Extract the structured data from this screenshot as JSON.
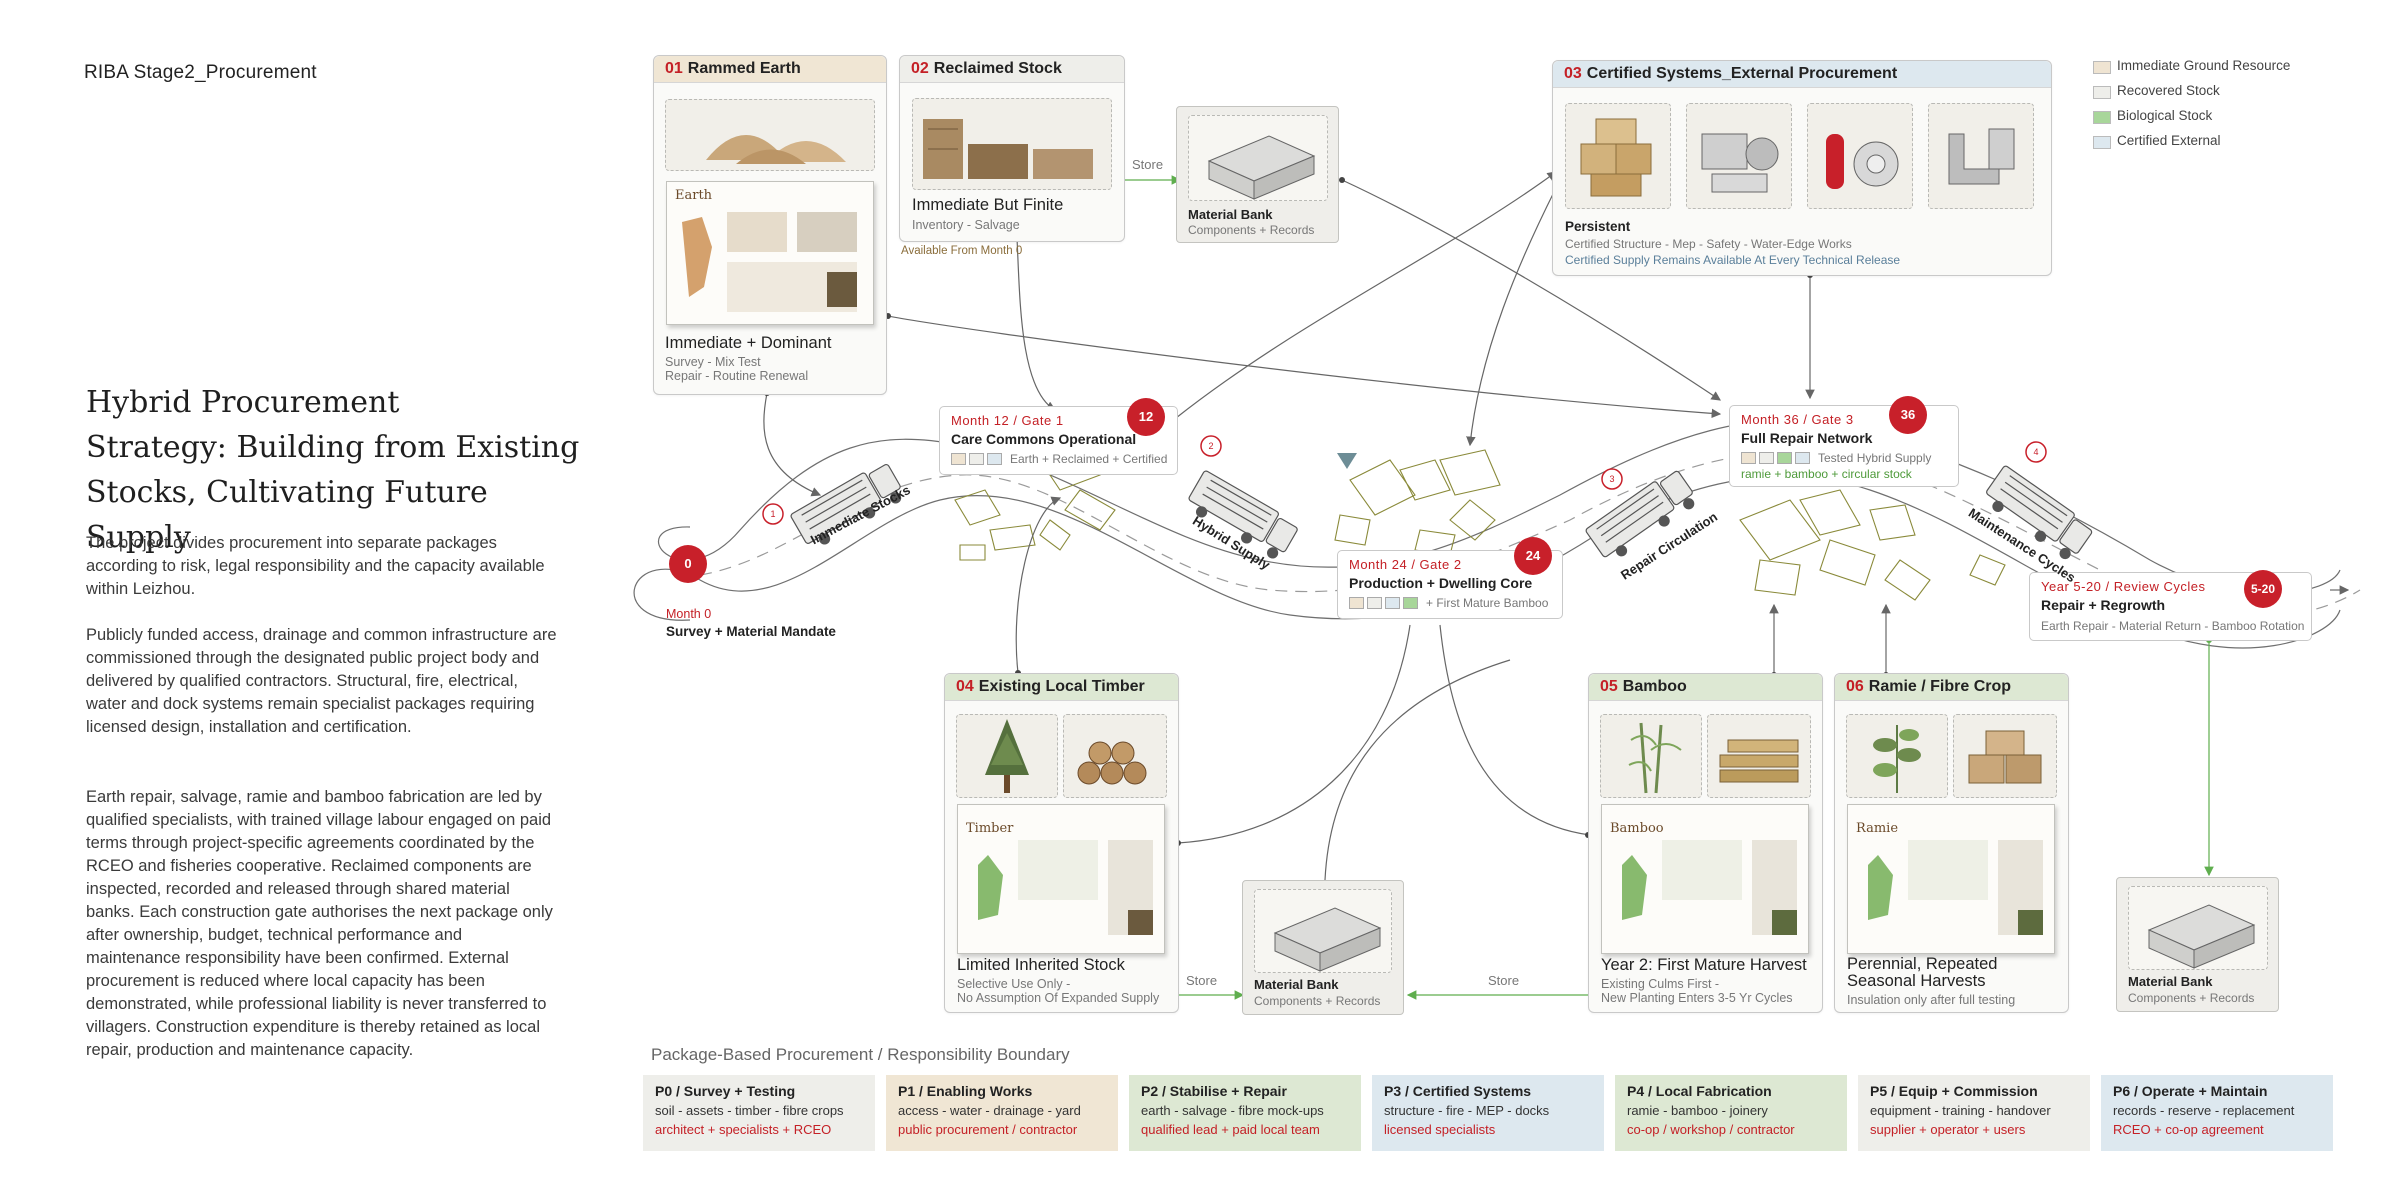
{
  "document_title": "RIBA Stage2_Procurement",
  "heading": {
    "lines": [
      "Hybrid Procurement",
      "Strategy: Building from Existing",
      "Stocks, Cultivating Future Supply"
    ]
  },
  "body": {
    "paragraphs": [
      "The project divides procurement into separate packages according to risk, legal responsibility and the capacity available within Leizhou.",
      "Publicly funded access, drainage and common infrastructure are commissioned through the designated public project body and delivered by qualified contractors. Structural, fire, electrical, water and dock systems remain specialist packages requiring licensed design, installation and certification.",
      "Earth repair, salvage, ramie and bamboo fabrication are led by qualified specialists, with trained village labour engaged on paid terms through project-specific agreements coordinated by the RCEO and fisheries cooperative. Reclaimed components are inspected, recorded and released through shared material banks. Each construction gate authorises the next package only after ownership, budget, technical performance and maintenance responsibility have been confirmed. External procurement is reduced where local capacity has been demonstrated, while professional liability is never transferred to villagers. Construction expenditure is thereby retained as local repair, production and maintenance capacity."
    ]
  },
  "legend": {
    "items": [
      {
        "label": "Immediate Ground Resource",
        "color": "#efe4d2"
      },
      {
        "label": "Recovered Stock",
        "color": "#eeeeea"
      },
      {
        "label": "Biological Stock",
        "color": "#a8d69a"
      },
      {
        "label": "Certified External",
        "color": "#dde8ef"
      }
    ]
  },
  "packages": {
    "rammed_earth": {
      "num": "01",
      "name": "Rammed Earth",
      "sheet_title": "Earth",
      "title": "Immediate + Dominant",
      "sub1": "Survey - Mix Test",
      "sub2": "Repair - Routine Renewal"
    },
    "reclaimed_stock": {
      "num": "02",
      "name": "Reclaimed Stock",
      "title": "Immediate But Finite",
      "sub1": "Inventory - Salvage",
      "note": "Available From Month 0"
    },
    "certified_systems": {
      "num": "03",
      "name": "Certified Systems_External Procurement",
      "title": "Persistent",
      "sub1": "Certified Structure - Mep - Safety - Water-Edge Works",
      "note": "Certified Supply Remains Available At Every Technical Release"
    },
    "local_timber": {
      "num": "04",
      "name": "Existing Local Timber",
      "sheet_title": "Timber",
      "title": "Limited Inherited Stock",
      "sub1": "Selective Use Only -",
      "sub2": "No Assumption Of Expanded Supply"
    },
    "bamboo": {
      "num": "05",
      "name": "Bamboo",
      "sheet_title": "Bamboo",
      "title": "Year 2: First Mature Harvest",
      "sub1": "Existing Culms First -",
      "sub2": "New Planting Enters 3-5 Yr Cycles"
    },
    "ramie": {
      "num": "06",
      "name": "Ramie / Fibre Crop",
      "sheet_title": "Ramie",
      "title1": "Perennial, Repeated",
      "title2": "Seasonal Harvests",
      "sub1": "Insulation only after full testing"
    }
  },
  "material_banks": {
    "title": "Material Bank",
    "sub": "Components + Records",
    "store_label": "Store"
  },
  "timeline": {
    "start": {
      "circle": "0",
      "label": "Month 0",
      "name": "Survey + Material Mandate"
    },
    "gates": [
      {
        "circle": "12",
        "label": "Month 12 / Gate 1",
        "name": "Care Commons Operational",
        "note": "Earth + Reclaimed + Certified"
      },
      {
        "circle": "24",
        "label": "Month 24 / Gate 2",
        "name": "Production + Dwelling Core",
        "note": "+ First Mature Bamboo"
      },
      {
        "circle": "36",
        "label": "Month 36 / Gate 3",
        "name": "Full Repair Network",
        "note": "Tested Hybrid Supply",
        "note2": "ramie + bamboo + circular stock"
      },
      {
        "circle": "5-20",
        "label": "Year 5-20 / Review Cycles",
        "name": "Repair + Regrowth",
        "note": "Earth Repair - Material Return - Bamboo Rotation"
      }
    ],
    "routes": [
      "Immediate Stocks",
      "Hybrid Supply",
      "Repair Circulation",
      "Maintenance Cycles"
    ]
  },
  "boundary": {
    "title": "Package-Based Procurement / Responsibility Boundary",
    "packages": [
      {
        "title": "P0 / Survey + Testing",
        "scope": "soil - assets - timber - fibre crops",
        "resp": "architect + specialists + RCEO",
        "color": "#eeeeea"
      },
      {
        "title": "P1 / Enabling Works",
        "scope": "access - water - drainage - yard",
        "resp": "public procurement / contractor",
        "color": "#f0e6d4"
      },
      {
        "title": "P2 / Stabilise + Repair",
        "scope": "earth - salvage - fibre mock-ups",
        "resp": "qualified lead + paid local team",
        "color": "#dde8d3"
      },
      {
        "title": "P3 / Certified Systems",
        "scope": "structure - fire - MEP - docks",
        "resp": "licensed specialists",
        "color": "#dde8ef"
      },
      {
        "title": "P4 / Local Fabrication",
        "scope": "ramie - bamboo - joinery",
        "resp": "co-op / workshop / contractor",
        "color": "#dde8d3"
      },
      {
        "title": "P5 / Equip + Commission",
        "scope": "equipment - training - handover",
        "resp": "supplier + operator + users",
        "color": "#eeeeea"
      },
      {
        "title": "P6 / Operate + Maintain",
        "scope": "records - reserve - replacement",
        "resp": "RCEO + co-op agreement",
        "color": "#dde8ef"
      }
    ]
  }
}
